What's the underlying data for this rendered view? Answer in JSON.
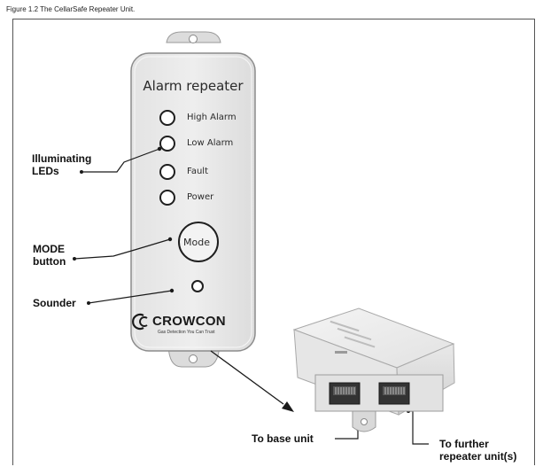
{
  "figure": {
    "caption": "Figure 1.2 The CellarSafe Repeater Unit."
  },
  "device": {
    "title": "Alarm repeater",
    "leds": [
      {
        "label": "High Alarm"
      },
      {
        "label": "Low Alarm"
      },
      {
        "label": "Fault"
      },
      {
        "label": "Power"
      }
    ],
    "mode_button": "Mode",
    "brand": "CROWCON",
    "tagline": "Gas Detection You Can Trust"
  },
  "callouts": {
    "leds_line1": "Illuminating",
    "leds_line2": "LEDs",
    "mode_line1": "MODE",
    "mode_line2": "button",
    "sounder": "Sounder",
    "base_unit": "To base unit",
    "further_line1": "To further",
    "further_line2": "repeater unit(s)"
  }
}
